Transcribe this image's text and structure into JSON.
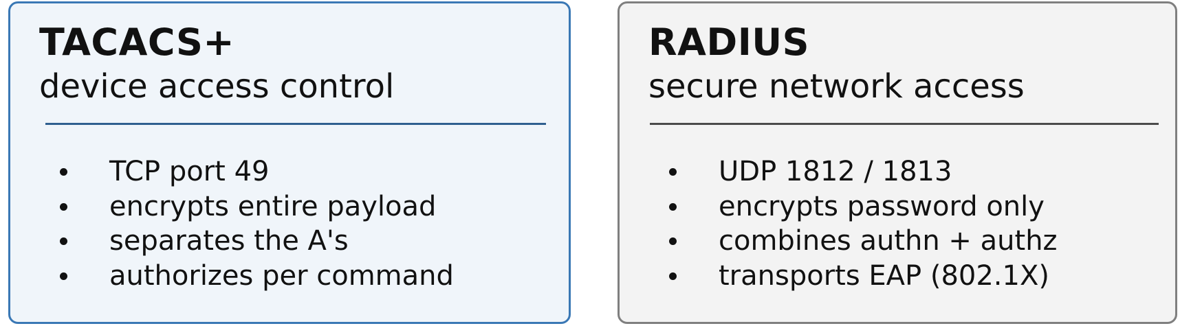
{
  "cards": {
    "tacacs": {
      "title": "TACACS+",
      "subtitle": "device access control",
      "border_color": "#3a78b5",
      "background_color": "#f0f5fa",
      "bullets": [
        "TCP port 49",
        "encrypts entire payload",
        "separates the A's",
        "authorizes per command"
      ]
    },
    "radius": {
      "title": "RADIUS",
      "subtitle": "secure network access",
      "border_color": "#7f7f7f",
      "background_color": "#f3f3f3",
      "bullets": [
        "UDP 1812 / 1813",
        "encrypts password only",
        "combines authn + authz",
        "transports EAP (802.1X)"
      ]
    }
  }
}
